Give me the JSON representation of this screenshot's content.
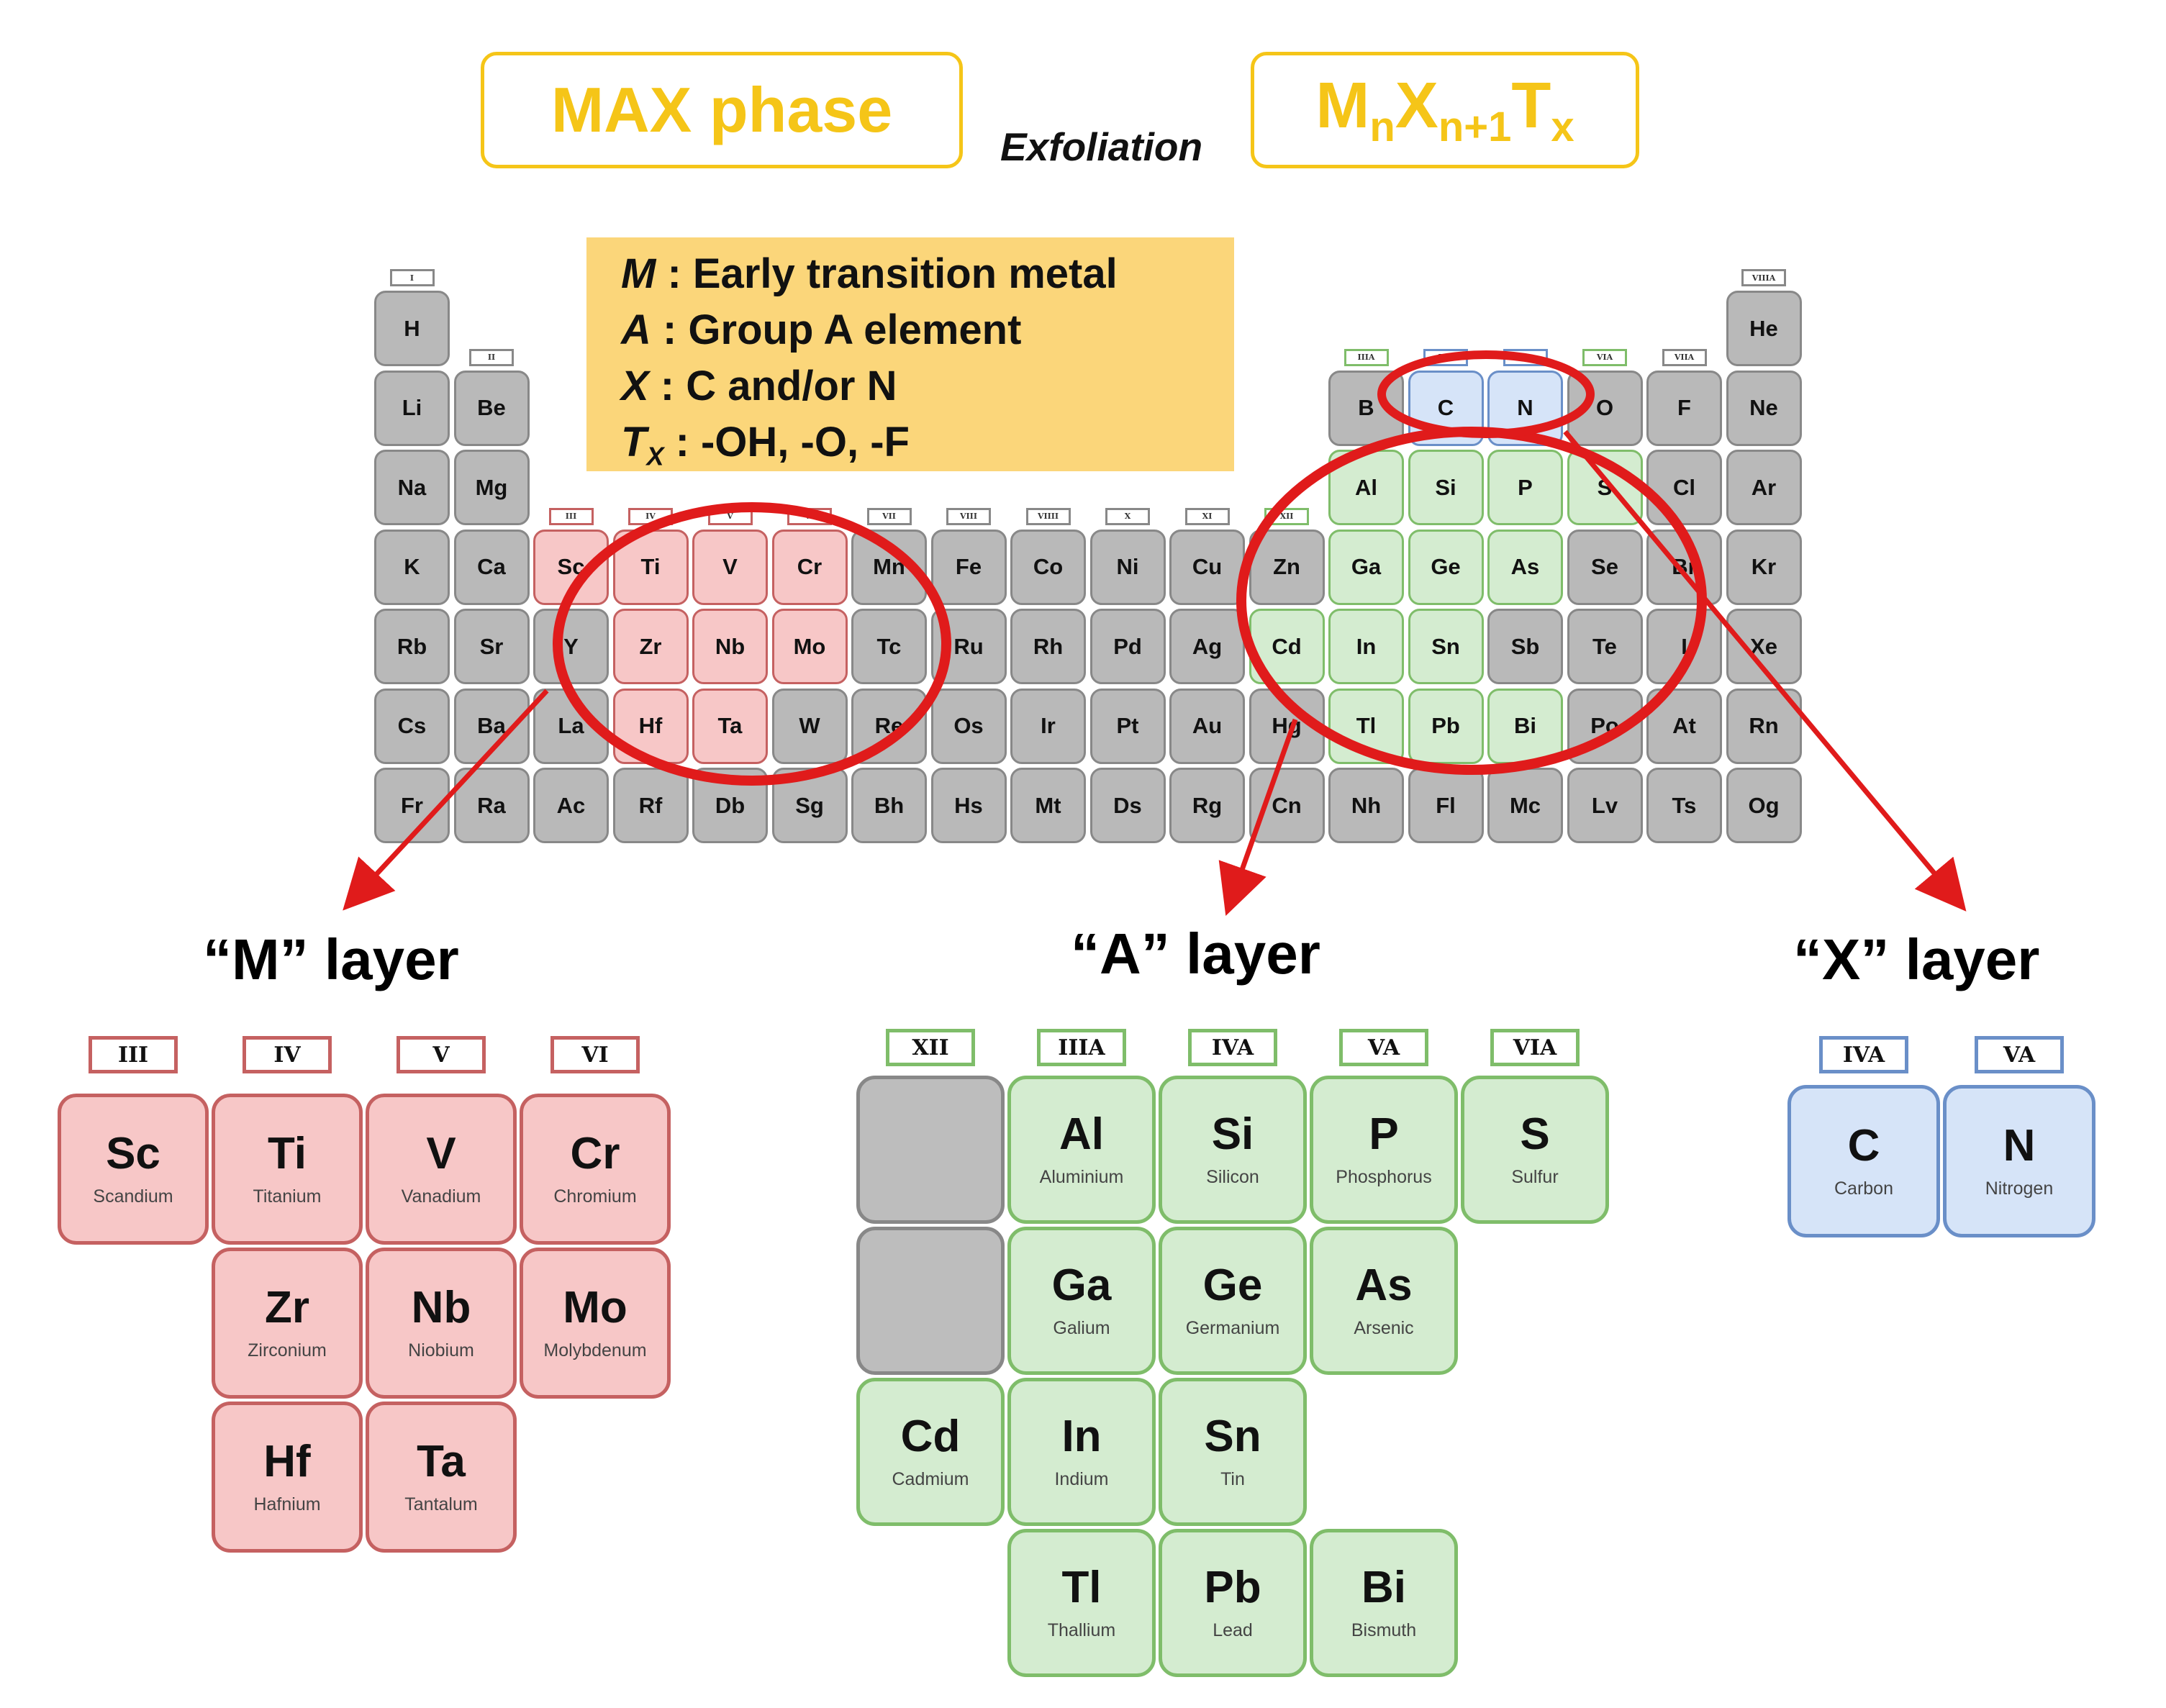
{
  "flow": {
    "left_box": "MAX phase",
    "arrow_label": "Exfoliation",
    "right_box": {
      "M": "M",
      "n1": "n",
      "X": "X",
      "n2": "n+1",
      "T": "T",
      "x": "x"
    }
  },
  "legend": [
    {
      "symbol": "M",
      "sub": "",
      "text": " : Early transition metal"
    },
    {
      "symbol": "A",
      "sub": "",
      "text": " : Group A element"
    },
    {
      "symbol": "X",
      "sub": "",
      "text": " : C and/or N"
    },
    {
      "symbol": "T",
      "sub": "X",
      "text": " : -OH, -O, -F"
    }
  ],
  "periodic_table": {
    "group_tags": [
      {
        "label": "I",
        "col": 1,
        "row": 1,
        "cls": ""
      },
      {
        "label": "II",
        "col": 2,
        "row": 2,
        "cls": ""
      },
      {
        "label": "III",
        "col": 3,
        "row": 4,
        "cls": "m"
      },
      {
        "label": "IV",
        "col": 4,
        "row": 4,
        "cls": "m"
      },
      {
        "label": "V",
        "col": 5,
        "row": 4,
        "cls": "m"
      },
      {
        "label": "VI",
        "col": 6,
        "row": 4,
        "cls": "m"
      },
      {
        "label": "VII",
        "col": 7,
        "row": 4,
        "cls": ""
      },
      {
        "label": "VIII",
        "col": 8,
        "row": 4,
        "cls": ""
      },
      {
        "label": "VIIII",
        "col": 9,
        "row": 4,
        "cls": ""
      },
      {
        "label": "X",
        "col": 10,
        "row": 4,
        "cls": ""
      },
      {
        "label": "XI",
        "col": 11,
        "row": 4,
        "cls": ""
      },
      {
        "label": "XII",
        "col": 12,
        "row": 4,
        "cls": "a"
      },
      {
        "label": "IIIA",
        "col": 13,
        "row": 2,
        "cls": "a"
      },
      {
        "label": "IVA",
        "col": 14,
        "row": 2,
        "cls": "x"
      },
      {
        "label": "VA",
        "col": 15,
        "row": 2,
        "cls": "x"
      },
      {
        "label": "VIA",
        "col": 16,
        "row": 2,
        "cls": "a"
      },
      {
        "label": "VIIA",
        "col": 17,
        "row": 2,
        "cls": ""
      },
      {
        "label": "VIIIA",
        "col": 18,
        "row": 1,
        "cls": ""
      }
    ],
    "cells": [
      {
        "s": "H",
        "col": 1,
        "row": 1,
        "cls": ""
      },
      {
        "s": "He",
        "col": 18,
        "row": 1,
        "cls": ""
      },
      {
        "s": "Li",
        "col": 1,
        "row": 2,
        "cls": ""
      },
      {
        "s": "Be",
        "col": 2,
        "row": 2,
        "cls": ""
      },
      {
        "s": "B",
        "col": 13,
        "row": 2,
        "cls": ""
      },
      {
        "s": "C",
        "col": 14,
        "row": 2,
        "cls": "x"
      },
      {
        "s": "N",
        "col": 15,
        "row": 2,
        "cls": "x"
      },
      {
        "s": "O",
        "col": 16,
        "row": 2,
        "cls": ""
      },
      {
        "s": "F",
        "col": 17,
        "row": 2,
        "cls": ""
      },
      {
        "s": "Ne",
        "col": 18,
        "row": 2,
        "cls": ""
      },
      {
        "s": "Na",
        "col": 1,
        "row": 3,
        "cls": ""
      },
      {
        "s": "Mg",
        "col": 2,
        "row": 3,
        "cls": ""
      },
      {
        "s": "Al",
        "col": 13,
        "row": 3,
        "cls": "a"
      },
      {
        "s": "Si",
        "col": 14,
        "row": 3,
        "cls": "a"
      },
      {
        "s": "P",
        "col": 15,
        "row": 3,
        "cls": "a"
      },
      {
        "s": "S",
        "col": 16,
        "row": 3,
        "cls": "a"
      },
      {
        "s": "Cl",
        "col": 17,
        "row": 3,
        "cls": ""
      },
      {
        "s": "Ar",
        "col": 18,
        "row": 3,
        "cls": ""
      },
      {
        "s": "K",
        "col": 1,
        "row": 4,
        "cls": ""
      },
      {
        "s": "Ca",
        "col": 2,
        "row": 4,
        "cls": ""
      },
      {
        "s": "Sc",
        "col": 3,
        "row": 4,
        "cls": "m"
      },
      {
        "s": "Ti",
        "col": 4,
        "row": 4,
        "cls": "m"
      },
      {
        "s": "V",
        "col": 5,
        "row": 4,
        "cls": "m"
      },
      {
        "s": "Cr",
        "col": 6,
        "row": 4,
        "cls": "m"
      },
      {
        "s": "Mn",
        "col": 7,
        "row": 4,
        "cls": ""
      },
      {
        "s": "Fe",
        "col": 8,
        "row": 4,
        "cls": ""
      },
      {
        "s": "Co",
        "col": 9,
        "row": 4,
        "cls": ""
      },
      {
        "s": "Ni",
        "col": 10,
        "row": 4,
        "cls": ""
      },
      {
        "s": "Cu",
        "col": 11,
        "row": 4,
        "cls": ""
      },
      {
        "s": "Zn",
        "col": 12,
        "row": 4,
        "cls": ""
      },
      {
        "s": "Ga",
        "col": 13,
        "row": 4,
        "cls": "a"
      },
      {
        "s": "Ge",
        "col": 14,
        "row": 4,
        "cls": "a"
      },
      {
        "s": "As",
        "col": 15,
        "row": 4,
        "cls": "a"
      },
      {
        "s": "Se",
        "col": 16,
        "row": 4,
        "cls": ""
      },
      {
        "s": "Br",
        "col": 17,
        "row": 4,
        "cls": ""
      },
      {
        "s": "Kr",
        "col": 18,
        "row": 4,
        "cls": ""
      },
      {
        "s": "Rb",
        "col": 1,
        "row": 5,
        "cls": ""
      },
      {
        "s": "Sr",
        "col": 2,
        "row": 5,
        "cls": ""
      },
      {
        "s": "Y",
        "col": 3,
        "row": 5,
        "cls": ""
      },
      {
        "s": "Zr",
        "col": 4,
        "row": 5,
        "cls": "m"
      },
      {
        "s": "Nb",
        "col": 5,
        "row": 5,
        "cls": "m"
      },
      {
        "s": "Mo",
        "col": 6,
        "row": 5,
        "cls": "m"
      },
      {
        "s": "Tc",
        "col": 7,
        "row": 5,
        "cls": ""
      },
      {
        "s": "Ru",
        "col": 8,
        "row": 5,
        "cls": ""
      },
      {
        "s": "Rh",
        "col": 9,
        "row": 5,
        "cls": ""
      },
      {
        "s": "Pd",
        "col": 10,
        "row": 5,
        "cls": ""
      },
      {
        "s": "Ag",
        "col": 11,
        "row": 5,
        "cls": ""
      },
      {
        "s": "Cd",
        "col": 12,
        "row": 5,
        "cls": "a"
      },
      {
        "s": "In",
        "col": 13,
        "row": 5,
        "cls": "a"
      },
      {
        "s": "Sn",
        "col": 14,
        "row": 5,
        "cls": "a"
      },
      {
        "s": "Sb",
        "col": 15,
        "row": 5,
        "cls": ""
      },
      {
        "s": "Te",
        "col": 16,
        "row": 5,
        "cls": ""
      },
      {
        "s": "I",
        "col": 17,
        "row": 5,
        "cls": ""
      },
      {
        "s": "Xe",
        "col": 18,
        "row": 5,
        "cls": ""
      },
      {
        "s": "Cs",
        "col": 1,
        "row": 6,
        "cls": ""
      },
      {
        "s": "Ba",
        "col": 2,
        "row": 6,
        "cls": ""
      },
      {
        "s": "La",
        "col": 3,
        "row": 6,
        "cls": ""
      },
      {
        "s": "Hf",
        "col": 4,
        "row": 6,
        "cls": "m"
      },
      {
        "s": "Ta",
        "col": 5,
        "row": 6,
        "cls": "m"
      },
      {
        "s": "W",
        "col": 6,
        "row": 6,
        "cls": ""
      },
      {
        "s": "Re",
        "col": 7,
        "row": 6,
        "cls": ""
      },
      {
        "s": "Os",
        "col": 8,
        "row": 6,
        "cls": ""
      },
      {
        "s": "Ir",
        "col": 9,
        "row": 6,
        "cls": ""
      },
      {
        "s": "Pt",
        "col": 10,
        "row": 6,
        "cls": ""
      },
      {
        "s": "Au",
        "col": 11,
        "row": 6,
        "cls": ""
      },
      {
        "s": "Hg",
        "col": 12,
        "row": 6,
        "cls": ""
      },
      {
        "s": "Tl",
        "col": 13,
        "row": 6,
        "cls": "a"
      },
      {
        "s": "Pb",
        "col": 14,
        "row": 6,
        "cls": "a"
      },
      {
        "s": "Bi",
        "col": 15,
        "row": 6,
        "cls": "a"
      },
      {
        "s": "Po",
        "col": 16,
        "row": 6,
        "cls": ""
      },
      {
        "s": "At",
        "col": 17,
        "row": 6,
        "cls": ""
      },
      {
        "s": "Rn",
        "col": 18,
        "row": 6,
        "cls": ""
      },
      {
        "s": "Fr",
        "col": 1,
        "row": 7,
        "cls": ""
      },
      {
        "s": "Ra",
        "col": 2,
        "row": 7,
        "cls": ""
      },
      {
        "s": "Ac",
        "col": 3,
        "row": 7,
        "cls": ""
      },
      {
        "s": "Rf",
        "col": 4,
        "row": 7,
        "cls": ""
      },
      {
        "s": "Db",
        "col": 5,
        "row": 7,
        "cls": ""
      },
      {
        "s": "Sg",
        "col": 6,
        "row": 7,
        "cls": ""
      },
      {
        "s": "Bh",
        "col": 7,
        "row": 7,
        "cls": ""
      },
      {
        "s": "Hs",
        "col": 8,
        "row": 7,
        "cls": ""
      },
      {
        "s": "Mt",
        "col": 9,
        "row": 7,
        "cls": ""
      },
      {
        "s": "Ds",
        "col": 10,
        "row": 7,
        "cls": ""
      },
      {
        "s": "Rg",
        "col": 11,
        "row": 7,
        "cls": ""
      },
      {
        "s": "Cn",
        "col": 12,
        "row": 7,
        "cls": ""
      },
      {
        "s": "Nh",
        "col": 13,
        "row": 7,
        "cls": ""
      },
      {
        "s": "Fl",
        "col": 14,
        "row": 7,
        "cls": ""
      },
      {
        "s": "Mc",
        "col": 15,
        "row": 7,
        "cls": ""
      },
      {
        "s": "Lv",
        "col": 16,
        "row": 7,
        "cls": ""
      },
      {
        "s": "Ts",
        "col": 17,
        "row": 7,
        "cls": ""
      },
      {
        "s": "Og",
        "col": 18,
        "row": 7,
        "cls": ""
      }
    ]
  },
  "m_layer": {
    "title": "“M” layer",
    "tags": [
      "III",
      "IV",
      "V",
      "VI"
    ],
    "cells": [
      {
        "s": "Sc",
        "n": "Scandium",
        "col": 0,
        "row": 0
      },
      {
        "s": "Ti",
        "n": "Titanium",
        "col": 1,
        "row": 0
      },
      {
        "s": "V",
        "n": "Vanadium",
        "col": 2,
        "row": 0
      },
      {
        "s": "Cr",
        "n": "Chromium",
        "col": 3,
        "row": 0
      },
      {
        "s": "Zr",
        "n": "Zirconium",
        "col": 1,
        "row": 1
      },
      {
        "s": "Nb",
        "n": "Niobium",
        "col": 2,
        "row": 1
      },
      {
        "s": "Mo",
        "n": "Molybdenum",
        "col": 3,
        "row": 1
      },
      {
        "s": "Hf",
        "n": "Hafnium",
        "col": 1,
        "row": 2
      },
      {
        "s": "Ta",
        "n": "Tantalum",
        "col": 2,
        "row": 2
      }
    ]
  },
  "a_layer": {
    "title": "“A” layer",
    "tags": [
      "XII",
      "IIIA",
      "IVA",
      "VA",
      "VIA"
    ],
    "cells": [
      {
        "s": "",
        "n": "",
        "col": 0,
        "row": 0,
        "cls": "g"
      },
      {
        "s": "Al",
        "n": "Aluminium",
        "col": 1,
        "row": 0,
        "cls": "a"
      },
      {
        "s": "Si",
        "n": "Silicon",
        "col": 2,
        "row": 0,
        "cls": "a"
      },
      {
        "s": "P",
        "n": "Phosphorus",
        "col": 3,
        "row": 0,
        "cls": "a"
      },
      {
        "s": "S",
        "n": "Sulfur",
        "col": 4,
        "row": 0,
        "cls": "a"
      },
      {
        "s": "",
        "n": "",
        "col": 0,
        "row": 1,
        "cls": "g"
      },
      {
        "s": "Ga",
        "n": "Galium",
        "col": 1,
        "row": 1,
        "cls": "a"
      },
      {
        "s": "Ge",
        "n": "Germanium",
        "col": 2,
        "row": 1,
        "cls": "a"
      },
      {
        "s": "As",
        "n": "Arsenic",
        "col": 3,
        "row": 1,
        "cls": "a"
      },
      {
        "s": "Cd",
        "n": "Cadmium",
        "col": 0,
        "row": 2,
        "cls": "a"
      },
      {
        "s": "In",
        "n": "Indium",
        "col": 1,
        "row": 2,
        "cls": "a"
      },
      {
        "s": "Sn",
        "n": "Tin",
        "col": 2,
        "row": 2,
        "cls": "a"
      },
      {
        "s": "Tl",
        "n": "Thallium",
        "col": 1,
        "row": 3,
        "cls": "a"
      },
      {
        "s": "Pb",
        "n": "Lead",
        "col": 2,
        "row": 3,
        "cls": "a"
      },
      {
        "s": "Bi",
        "n": "Bismuth",
        "col": 3,
        "row": 3,
        "cls": "a"
      }
    ]
  },
  "x_layer": {
    "title": "“X” layer",
    "tags": [
      "IVA",
      "VA"
    ],
    "cells": [
      {
        "s": "C",
        "n": "Carbon",
        "col": 0,
        "row": 0
      },
      {
        "s": "N",
        "n": "Nitrogen",
        "col": 1,
        "row": 0
      }
    ]
  },
  "colors": {
    "flow_accent": "#f5c518",
    "highlight": "#e01b1b",
    "m_fill": "#f7c7c7",
    "a_fill": "#d4ecd0",
    "x_fill": "#d6e4f8",
    "neutral_fill": "#b9b9b9"
  }
}
